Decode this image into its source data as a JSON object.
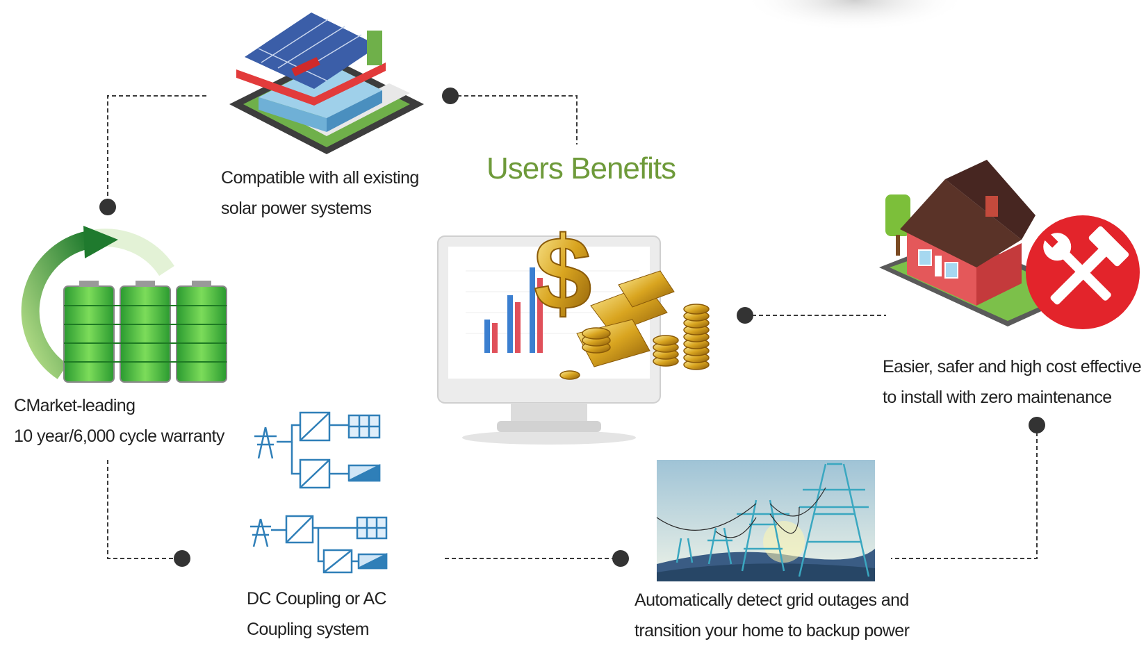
{
  "title": "Users Benefits",
  "benefits": {
    "store": {
      "line1": "Compatible with all existing",
      "line2": "solar power systems"
    },
    "battery": {
      "line1": "CMarket-leading",
      "line2": "10 year/6,000 cycle warranty"
    },
    "house": {
      "line1": "Easier, safer and high cost effective",
      "line2": "to install with zero maintenance"
    },
    "coupling": {
      "line1": "DC Coupling or AC",
      "line2": "Coupling system"
    },
    "grid": {
      "line1": "Automatically detect grid outages and",
      "line2": "transition your home to backup power"
    }
  },
  "colors": {
    "title": "#6e9a3a",
    "connector": "#3a3a3a",
    "battery": "#38b03a",
    "tool_badge": "#e3242b",
    "gold": "#d9a520",
    "diagram_blue": "#2f7fb8"
  },
  "icons": [
    "solar-store-icon",
    "battery-cycle-icon",
    "money-monitor-icon",
    "house-tools-icon",
    "coupling-diagram-icon",
    "power-grid-icon"
  ]
}
